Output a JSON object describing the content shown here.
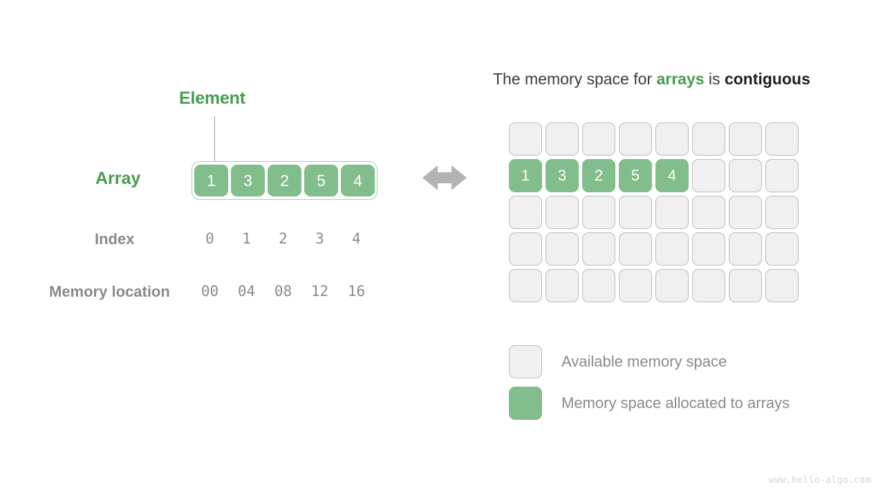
{
  "colors": {
    "array_green": "#82bd8c",
    "label_green": "#479c4f",
    "gray_text": "#8a8a8a",
    "free_cell": "#f0f0f0",
    "free_border": "#bcbcbc",
    "arrow_gray": "#b3b3b3"
  },
  "left": {
    "element_label": "Element",
    "array_label": "Array",
    "index_label": "Index",
    "memory_location_label": "Memory location",
    "array_values": [
      "1",
      "3",
      "2",
      "5",
      "4"
    ],
    "index_values": [
      "0",
      "1",
      "2",
      "3",
      "4"
    ],
    "memory_locations": [
      "00",
      "04",
      "08",
      "12",
      "16"
    ],
    "arrow_icon": "double-headed-horizontal-arrow"
  },
  "right": {
    "title": {
      "part1": "The memory space for ",
      "accent": "arrays",
      "part2": " is ",
      "strong": "contiguous"
    },
    "grid": {
      "columns": 8,
      "rows": 5,
      "allocated_row_index": 1,
      "allocated_values": [
        "1",
        "3",
        "2",
        "5",
        "4"
      ]
    },
    "legend": [
      {
        "type": "free",
        "label": "Available memory space"
      },
      {
        "type": "used",
        "label": "Memory space allocated to arrays"
      }
    ]
  },
  "footer": {
    "watermark": "www.hello-algo.com"
  }
}
